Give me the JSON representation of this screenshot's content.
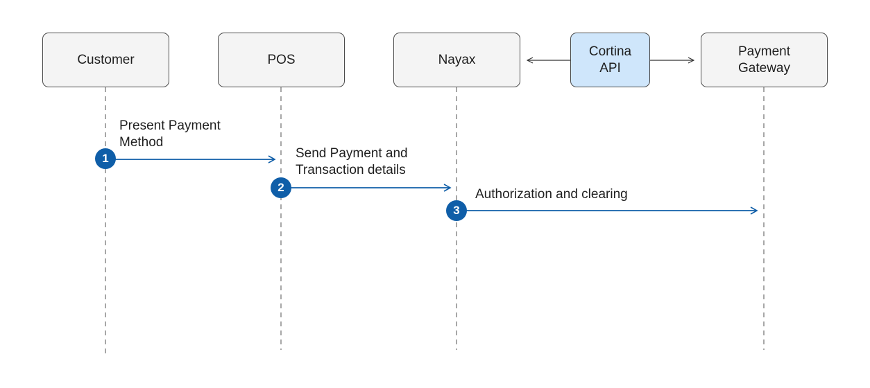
{
  "actors": [
    {
      "id": "customer",
      "label": "Customer"
    },
    {
      "id": "pos",
      "label": "POS"
    },
    {
      "id": "nayax",
      "label": "Nayax"
    },
    {
      "id": "cortina",
      "label": "Cortina\nAPI"
    },
    {
      "id": "gateway",
      "label": "Payment\nGateway"
    }
  ],
  "messages": [
    {
      "step": "1",
      "from": "Customer",
      "to": "POS",
      "label": "Present Payment\nMethod"
    },
    {
      "step": "2",
      "from": "POS",
      "to": "Nayax",
      "label": "Send Payment and\nTransaction details"
    },
    {
      "step": "3",
      "from": "Nayax",
      "to": "Payment Gateway",
      "label": "Authorization and clearing"
    }
  ],
  "colors": {
    "accent": "#0f5ea8",
    "highlight_box": "#cfe6fb",
    "box": "#f4f4f4",
    "lifeline": "#8a8a8a"
  }
}
